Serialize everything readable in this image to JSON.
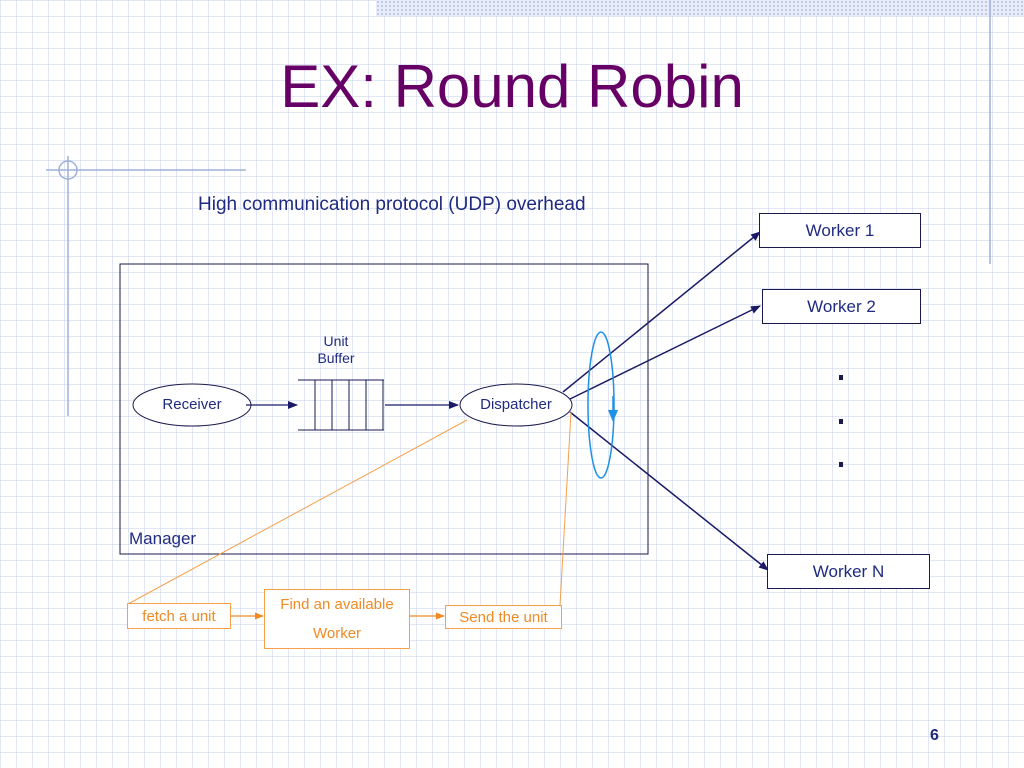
{
  "slide": {
    "title": "EX: Round Robin",
    "caption": "High communication protocol (UDP) overhead",
    "slide_number": "6"
  },
  "manager": {
    "label": "Manager",
    "receiver": "Receiver",
    "buffer_label_line1": "Unit",
    "buffer_label_line2": "Buffer",
    "dispatcher": "Dispatcher"
  },
  "workers": {
    "worker_1": "Worker 1",
    "worker_2": "Worker 2",
    "worker_n": "Worker N",
    "ellipsis": "..."
  },
  "steps": {
    "fetch": "fetch a unit",
    "find_line1": "Find an available",
    "find_line2": "Worker",
    "send": "Send the unit"
  },
  "colors": {
    "title": "#660066",
    "text": "#1f2a80",
    "steps": "#f08a24",
    "rotation_arrow": "#1e90e6"
  }
}
